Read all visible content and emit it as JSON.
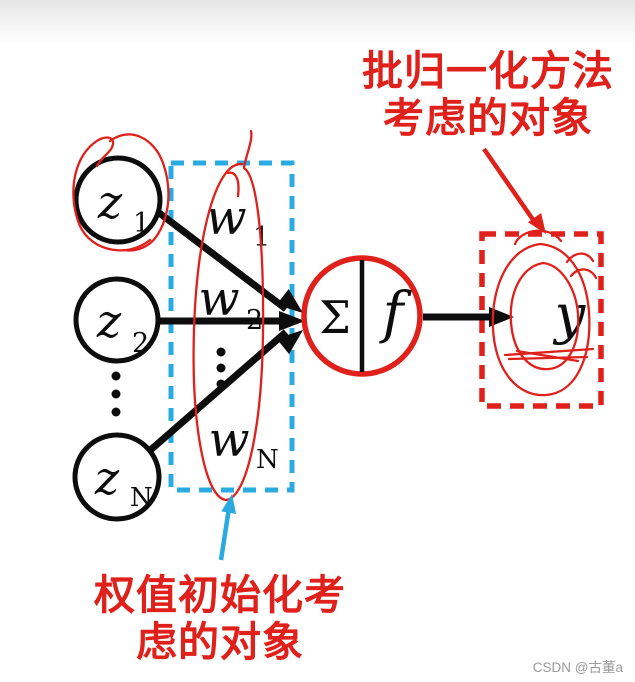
{
  "colors": {
    "annotation_red": "#e0201a",
    "box_cyan": "#29aae1",
    "line_black": "#0d0d0d",
    "watermark_gray": "#9b9b9b"
  },
  "annotations": {
    "batch_norm": {
      "line1": "批归一化方法",
      "line2": "考虑的对象"
    },
    "weight_init": {
      "line1": "权值初始化考",
      "line2": "虑的对象"
    }
  },
  "network": {
    "inputs": [
      {
        "base": "z",
        "sub": "1"
      },
      {
        "base": "z",
        "sub": "2"
      },
      {
        "base": "z",
        "sub": "N"
      }
    ],
    "weights": [
      {
        "base": "w",
        "sub": "1"
      },
      {
        "base": "w",
        "sub": "2"
      },
      {
        "base": "w",
        "sub": "N"
      }
    ],
    "neuron": {
      "sum_symbol": "Σ",
      "activation_symbol": "f"
    },
    "output": {
      "label": "y"
    }
  },
  "watermark": "CSDN @古董a"
}
